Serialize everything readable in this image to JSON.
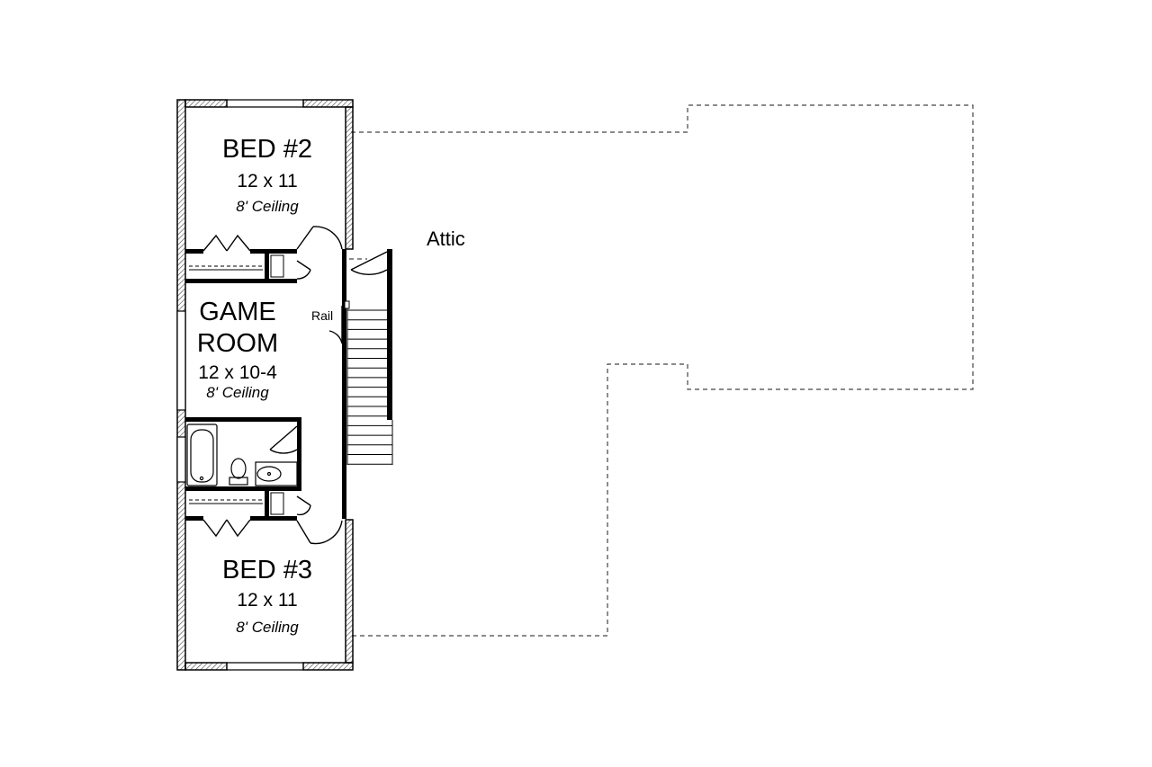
{
  "plan": {
    "colors": {
      "wall": "#000000",
      "line": "#333333",
      "background": "#ffffff"
    },
    "rooms": {
      "bed2": {
        "name": "BED #2",
        "size": "12 x 11",
        "ceiling": "8' Ceiling"
      },
      "game": {
        "name_line1": "GAME",
        "name_line2": "ROOM",
        "size": "12 x 10-4",
        "ceiling": "8' Ceiling"
      },
      "bed3": {
        "name": "BED #3",
        "size": "12 x 11",
        "ceiling": "8' Ceiling"
      }
    },
    "labels": {
      "attic": "Attic",
      "rail": "Rail"
    }
  }
}
